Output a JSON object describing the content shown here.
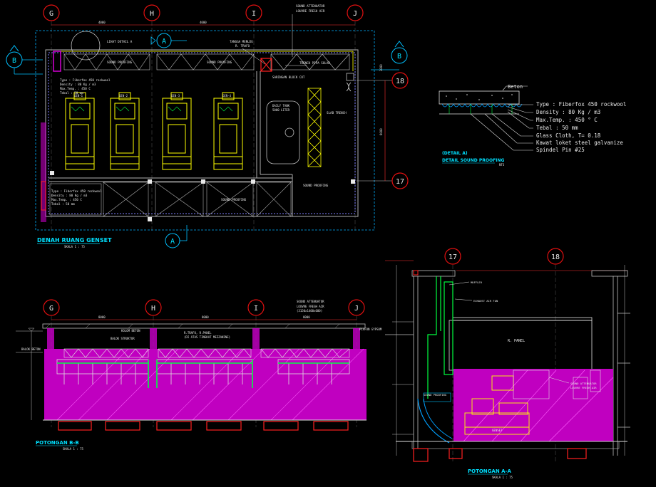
{
  "grid": {
    "top": [
      "G",
      "H",
      "I",
      "J"
    ],
    "side_plan": [
      "18",
      "17"
    ],
    "section_a": [
      "17",
      "18"
    ],
    "section_b": [
      "G",
      "H",
      "I",
      "J"
    ],
    "mark_b": "B",
    "mark_a": "A"
  },
  "plan": {
    "title": "DENAH RUANG GENSET",
    "scale": "SKALA 1 : 75",
    "lihat_detail": "LIHAT DETAIL A",
    "sound_proofing_1": "SOUND PROOFING",
    "sound_proofing_2": "SOUND PROOFING",
    "sound_proofing_3": "SOUND PROOFING",
    "sound_proofing_4": "SOUND PROOFING",
    "sound_att": "SOUND ATTENUATOR",
    "louvre": "LOUVRE FRESH AIR",
    "tangga": "TANGGA MENUJU",
    "tangga2": "R. TRAFO",
    "trench": "TRENCH PIPA SOLAR",
    "saringan": "SARINGAN BLOCK CUT",
    "daily_tank": "DAILY TANK",
    "daily_tank2": "5000 LITER",
    "slab": "SLAB TRENCH",
    "spec_left": [
      "Type : Fiberfox 450 rockwool",
      "Density : 80 Kg / m3",
      "Max.Temp. : 450 C",
      "Tebal : 50 mm"
    ],
    "spec_left2": [
      "Type : Fiberfox 450 rockwool",
      "Density : 80 Kg / m3",
      "Max.Temp. : 450 C",
      "Tebal : 50 mm"
    ],
    "dims": [
      "6000",
      "3000",
      "4000",
      "4000"
    ]
  },
  "detail_a": {
    "title": "(DETAIL A)",
    "subtitle": "DETAIL SOUND PROOFING",
    "nts": "NTS",
    "beton": "Beton",
    "specs": [
      "Type      :  Fiberfox 450 rockwool",
      "Density   :  80 Kg / m3",
      "Max.Temp. :  450 ° C",
      "Tebal     :  50 mm"
    ],
    "notes": [
      "Glass Cloth, T= 0.18",
      "Kawat loket steel galvanize",
      "Spindel Pin #25"
    ]
  },
  "section_b": {
    "title": "POTONGAN B-B",
    "scale": "SKALA 1 : 75",
    "sound_att": "SOUND ATTENUATOR",
    "louvre": "LOUVRE FRESH AIR",
    "louvre2": "(3150x1400x600)",
    "kolom": "KOLOM BETON",
    "balok_struktur": "BALOK STRUKTUR",
    "balok_beton": "BALOK BETON",
    "plafon": "PLAFON GYPSUM",
    "trafo": "R.TRAFO, R.PANEL",
    "trafo2": "(DI ATAS TINGKAT MEZZANINE)",
    "dims": [
      "8000",
      "8000",
      "8000"
    ]
  },
  "section_a": {
    "title": "POTONGAN A-A",
    "scale": "SKALA 1 : 75",
    "panel": "R. PANEL",
    "genset": "GENSET",
    "muffler": "MUFFLER",
    "sound_att": "SOUND ATTENUATOR",
    "louvre": "LOUVRE FRESH AIR",
    "exhaust": "EXHAUST AIR FAN",
    "sound_proof": "SOUND PROOFING"
  }
}
